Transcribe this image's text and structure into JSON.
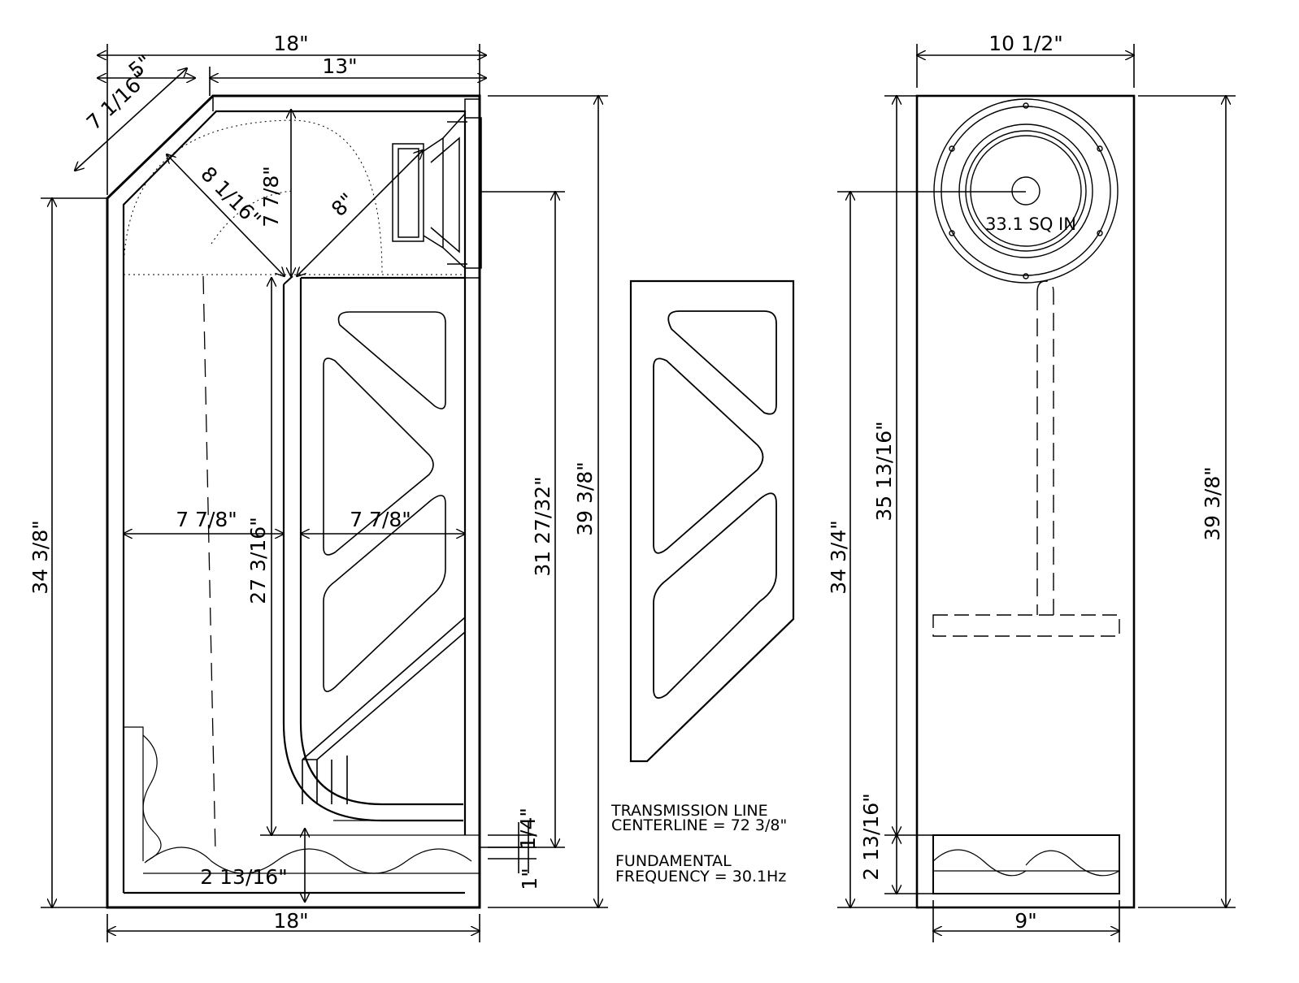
{
  "side_view": {
    "width_top": "18\"",
    "width_bottom": "18\"",
    "bevel_offset": "5\"",
    "top_run": "13\"",
    "bevel_length": "7 1/16\"",
    "radius_diagonal": "8 1/16\"",
    "radius_vertical": "7 7/8\"",
    "radius_right": "8\"",
    "left_height": "34 3/8\"",
    "chamber_left": "7 7/8\"",
    "chamber_right": "7 7/8\"",
    "divider_height": "27 3/16\"",
    "bottom_gap": "2 13/16\"",
    "gap_quarter": "1/4\"",
    "gap_one": "1\"",
    "driver_to_bottom": "31 27/32\"",
    "total_height": "39 3/8\""
  },
  "notes": {
    "tl_line1": "TRANSMISSION LINE",
    "tl_line2": "CENTERLINE = 72 3/8\"",
    "freq_line1": "FUNDAMENTAL",
    "freq_line2": "FREQUENCY = 30.1Hz"
  },
  "front_view": {
    "width_top": "10 1/2\"",
    "port_width": "9\"",
    "driver_area": "33.1 SQ IN",
    "left_height": "34 3/4\"",
    "inner_height": "35 13/16\"",
    "port_height": "2 13/16\"",
    "total_height": "39 3/8\""
  }
}
